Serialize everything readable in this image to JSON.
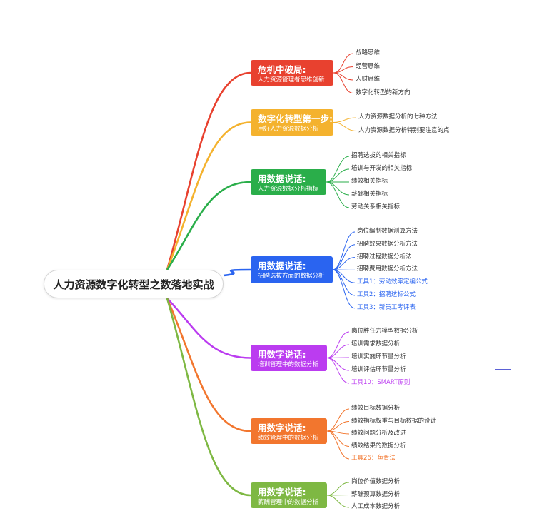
{
  "root": {
    "title": "人力资源数字化转型之数落地实战"
  },
  "branches": [
    {
      "title": "危机中破局:",
      "subtitle": "人力资源管理者思维创新",
      "color": "#e8412f",
      "leaves": [
        {
          "text": "战略思维",
          "accent": false
        },
        {
          "text": "经营思维",
          "accent": false
        },
        {
          "text": "人财思维",
          "accent": false
        },
        {
          "text": "数字化转型的新方向",
          "accent": false
        }
      ]
    },
    {
      "title": "数字化转型第一步:",
      "subtitle": "用好人力资源数据分析",
      "color": "#f4b22e",
      "leaves": [
        {
          "text": "人力资源数据分析的七种方法",
          "accent": false
        },
        {
          "text": "人力资源数据分析特别要注意的点",
          "accent": false
        }
      ]
    },
    {
      "title": "用数据说话:",
      "subtitle": "人力资源数据分析指标",
      "color": "#2aae4a",
      "leaves": [
        {
          "text": "招聘选拔的相关指标",
          "accent": false
        },
        {
          "text": "培训与开发的相关指标",
          "accent": false
        },
        {
          "text": "绩效相关指标",
          "accent": false
        },
        {
          "text": "薪酬相关指标",
          "accent": false
        },
        {
          "text": "劳动关系相关指标",
          "accent": false
        }
      ]
    },
    {
      "title": "用数据说话:",
      "subtitle": "招聘选拔方面的数据分析",
      "color": "#2a64f0",
      "leaves": [
        {
          "text": "岗位编制数据测算方法",
          "accent": false
        },
        {
          "text": "招聘效果数据分析方法",
          "accent": false
        },
        {
          "text": "招聘过程数据分析法",
          "accent": false
        },
        {
          "text": "招聘费用数据分析方法",
          "accent": false
        },
        {
          "text": "工具1：劳动效率定编公式",
          "accent": true
        },
        {
          "text": "工具2：招聘达标公式",
          "accent": true
        },
        {
          "text": "工具3：新员工考评表",
          "accent": true
        }
      ]
    },
    {
      "title": "用数字说话:",
      "subtitle": "培训管理中的数据分析",
      "color": "#bb3cf0",
      "leaves": [
        {
          "text": "岗位胜任力模型数据分析",
          "accent": false
        },
        {
          "text": "培训需求数据分析",
          "accent": false
        },
        {
          "text": "培训实施环节量分析",
          "accent": false
        },
        {
          "text": "培训评估环节量分析",
          "accent": false
        },
        {
          "text": "工具10：SMART原则",
          "accent": true
        }
      ]
    },
    {
      "title": "用数字说话:",
      "subtitle": "绩效管理中的数据分析",
      "color": "#f2762e",
      "leaves": [
        {
          "text": "绩效目标数据分析",
          "accent": false
        },
        {
          "text": "绩效指标权重与目标数据的设计",
          "accent": false
        },
        {
          "text": "绩效问题分析及改进",
          "accent": false
        },
        {
          "text": "绩效结果的数据分析",
          "accent": false
        },
        {
          "text": "工具26：鱼骨法",
          "accent": true
        }
      ]
    },
    {
      "title": "用数字说话:",
      "subtitle": "薪酬管理中的数据分析",
      "color": "#7eb843",
      "leaves": [
        {
          "text": "岗位价值数据分析",
          "accent": false
        },
        {
          "text": "薪酬预算数据分析",
          "accent": false
        },
        {
          "text": "人工成本数据分析",
          "accent": false
        }
      ]
    }
  ]
}
